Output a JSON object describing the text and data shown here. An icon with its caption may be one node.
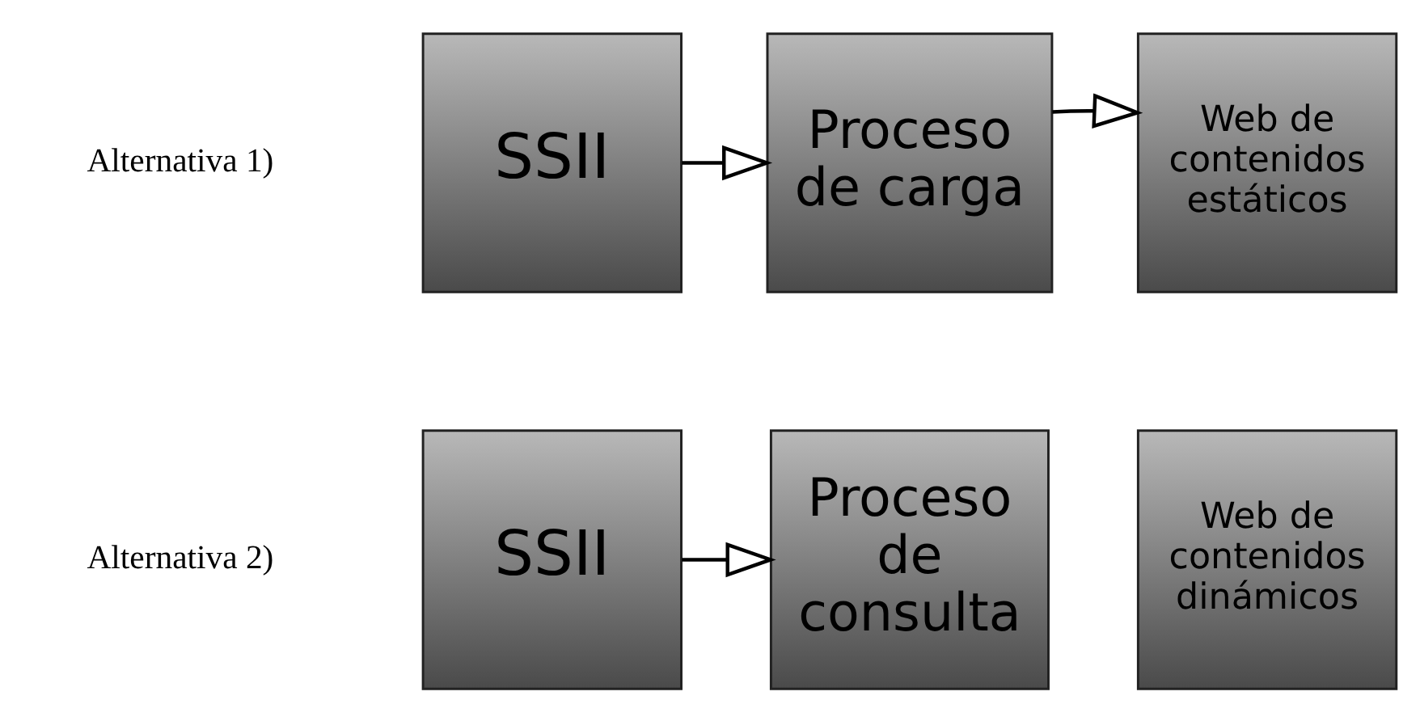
{
  "diagram": {
    "nodes": [
      {
        "text": [
          "SSII"
        ]
      },
      {
        "text": [
          "Proceso de carga"
        ]
      },
      {
        "text": [
          "Web de contenidos estáticos"
        ]
      },
      {
        "text": [
          "SSII"
        ]
      },
      {
        "text": [
          "Proceso de consulta"
        ]
      },
      {
        "text": [
          "Web de contenidos dinámicos"
        ]
      }
    ],
    "edges": [
      {
        "from": 0,
        "to": 1,
        "arrow": "to"
      },
      {
        "from": 1,
        "to": 2,
        "arrow": "to"
      },
      {
        "from": 3,
        "to": 4,
        "arrow": "to"
      }
    ],
    "labels": [
      "Alternativa 1)",
      "Alternativa 2)"
    ]
  }
}
